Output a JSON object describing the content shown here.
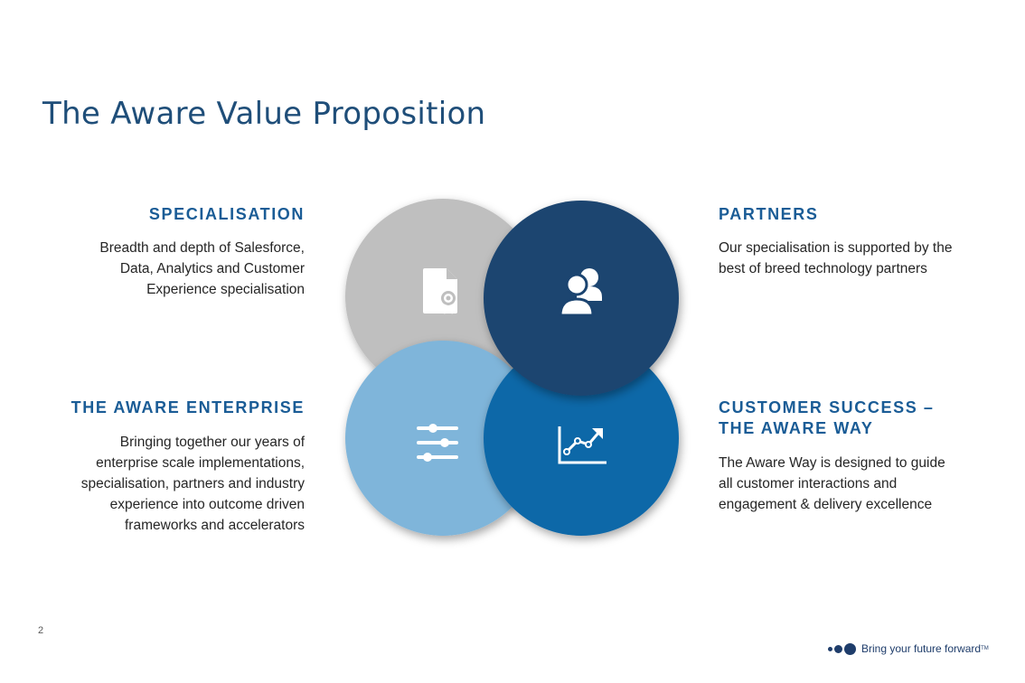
{
  "title": "The Aware Value Proposition",
  "quadrants": {
    "specialisation": {
      "heading": "SPECIALISATION",
      "lines": [
        "Breadth and depth of Salesforce,",
        "Data, Analytics and Customer",
        "Experience specialisation"
      ]
    },
    "partners": {
      "heading": "PARTNERS",
      "lines": [
        "Our specialisation is supported by the",
        "best of breed technology partners"
      ]
    },
    "enterprise": {
      "heading": "THE AWARE ENTERPRISE",
      "lines": [
        "Bringing together our years of",
        "enterprise scale implementations,",
        "specialisation, partners and industry",
        "experience into outcome driven",
        "frameworks and accelerators"
      ]
    },
    "customer_success": {
      "heading_lines": [
        "CUSTOMER SUCCESS –",
        "THE AWARE WAY"
      ],
      "lines": [
        "The Aware Way is designed to guide",
        "all customer interactions and",
        "engagement & delivery excellence"
      ]
    }
  },
  "circles": {
    "specialisation": {
      "color": "#bfbfbf",
      "icon": "certificate-document-icon"
    },
    "partners": {
      "color": "#1b4470",
      "icon": "users-icon"
    },
    "enterprise": {
      "color": "#7fb5da",
      "icon": "sliders-icon"
    },
    "customer_success": {
      "color": "#0e67a8",
      "icon": "growth-chart-icon"
    }
  },
  "page_number": "2",
  "footer": {
    "tagline": "Bring your future forward",
    "trademark": "TM"
  }
}
